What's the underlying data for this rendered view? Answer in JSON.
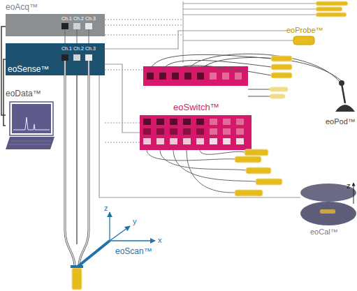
{
  "diagram": {
    "nodes": [
      {
        "text": [
          "eoAcq™",
          "Ch.1",
          "Ch.2",
          "Ch.3"
        ]
      },
      {
        "text": [
          "eoSense™",
          "Ch.1",
          "Ch.2",
          "Ch.3"
        ]
      },
      {
        "text": [
          "eoData™"
        ]
      },
      {
        "text": [
          "eoProbe™"
        ]
      },
      {
        "text": [
          "eoPod™"
        ]
      },
      {
        "text": [
          "eoSwitch™"
        ]
      },
      {
        "text": [
          "eoCal™"
        ]
      },
      {
        "text": [
          "eoScan™"
        ]
      }
    ],
    "edges": [
      {
        "from": 2,
        "to": 0,
        "arrow": "none"
      },
      {
        "from": 2,
        "to": 1,
        "arrow": "none"
      },
      {
        "from": 1,
        "to": 5,
        "arrow": "none"
      },
      {
        "from": 1,
        "to": 6,
        "arrow": "none"
      },
      {
        "from": 1,
        "to": 7,
        "arrow": "none"
      },
      {
        "from": 1,
        "to": 3,
        "arrow": "none"
      }
    ],
    "labels": [
      "z",
      "y",
      "x",
      "z"
    ]
  }
}
